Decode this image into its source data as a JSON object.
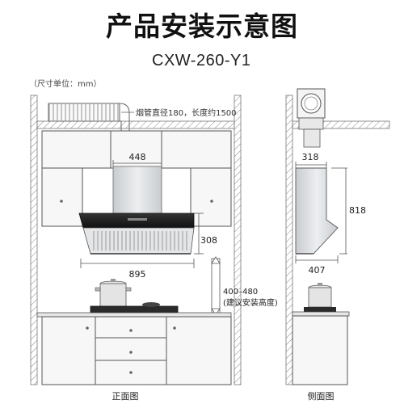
{
  "header": {
    "title": "产品安装示意图",
    "model": "CXW-260-Y1",
    "unit_note": "（尺寸单位：mm）"
  },
  "front_view": {
    "duct_note": "烟管直径180，长度约1500",
    "hood_width": "448",
    "panel_height": "308",
    "total_width": "895",
    "install_height": "400–480",
    "install_height_note": "(建议安装高度)",
    "caption": "正面图"
  },
  "side_view": {
    "top_depth": "318",
    "total_height": "818",
    "bottom_depth": "407",
    "caption": "侧面图"
  },
  "colors": {
    "line": "#555555",
    "cabinet_fill": "#f7f7f7",
    "steel_fill": "#d8dadd",
    "glass_fill": "#1e1e1e"
  }
}
